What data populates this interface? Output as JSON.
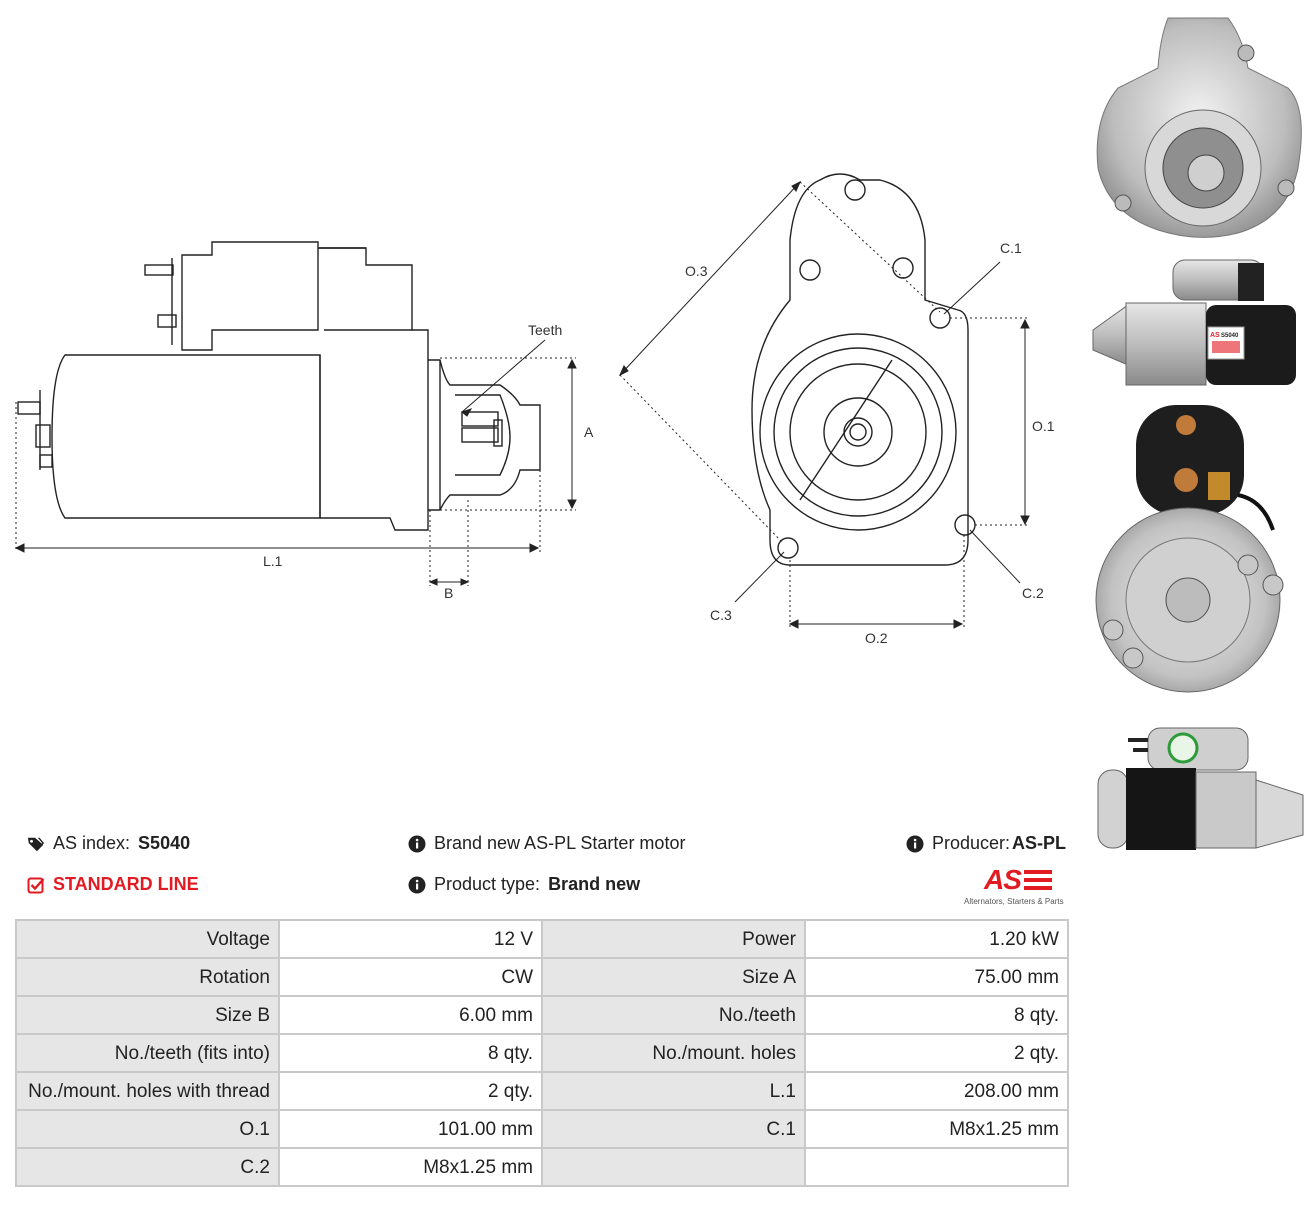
{
  "drawing": {
    "label_teeth": "Teeth",
    "label_a": "A",
    "label_b": "B",
    "label_l1": "L.1",
    "label_o1": "O.1",
    "label_o2": "O.2",
    "label_o3": "O.3",
    "label_c1": "C.1",
    "label_c2": "C.2",
    "label_c3": "C.3"
  },
  "photo_tag": {
    "brand": "AS",
    "code": "S5040"
  },
  "info": {
    "as_index_label": "AS index:",
    "as_index_value": "S5040",
    "line_label": "STANDARD LINE",
    "description": "Brand new AS-PL Starter motor",
    "product_type_label": "Product type:",
    "product_type_value": "Brand new",
    "producer_label": "Producer:",
    "producer_value": "AS-PL"
  },
  "logo": {
    "mark": "AS",
    "tagline": "Alternators, Starters & Parts"
  },
  "specs": [
    {
      "k1": "Voltage",
      "v1": "12 V",
      "k2": "Power",
      "v2": "1.20 kW"
    },
    {
      "k1": "Rotation",
      "v1": "CW",
      "k2": "Size A",
      "v2": "75.00 mm"
    },
    {
      "k1": "Size B",
      "v1": "6.00 mm",
      "k2": "No./teeth",
      "v2": "8 qty."
    },
    {
      "k1": "No./teeth (fits into)",
      "v1": "8 qty.",
      "k2": "No./mount. holes",
      "v2": "2 qty."
    },
    {
      "k1": "No./mount. holes with thread",
      "v1": "2 qty.",
      "k2": "L.1",
      "v2": "208.00 mm"
    },
    {
      "k1": "O.1",
      "v1": "101.00 mm",
      "k2": "C.1",
      "v2": "M8x1.25 mm"
    },
    {
      "k1": "C.2",
      "v1": "M8x1.25 mm",
      "k2": "",
      "v2": ""
    }
  ],
  "colors": {
    "accent": "#e21b23",
    "table_key_bg": "#e6e6e6",
    "table_border": "#c9c9c9"
  }
}
